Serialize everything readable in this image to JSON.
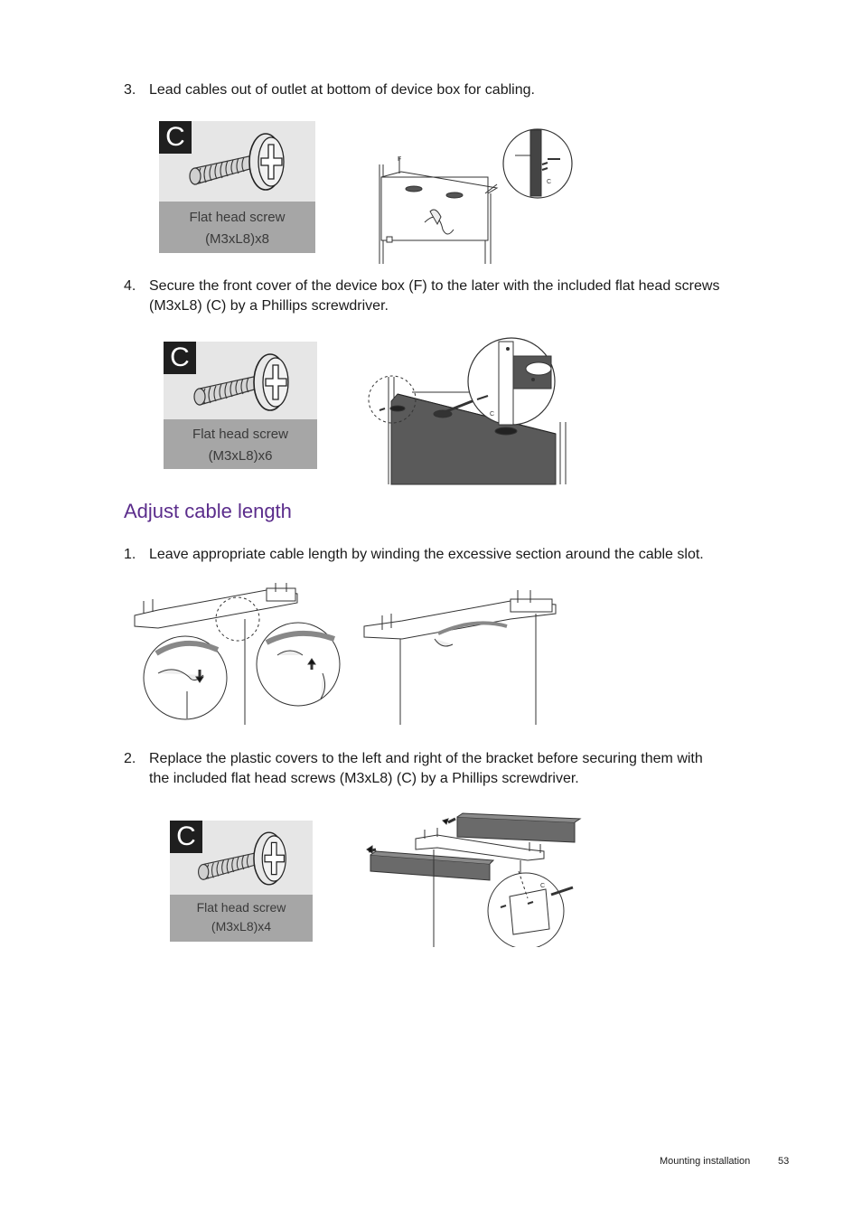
{
  "steps": {
    "s3": {
      "num": "3.",
      "text": "Lead cables out of outlet at bottom of device box for cabling."
    },
    "s4": {
      "num": "4.",
      "line1": "Secure the front cover of the device box (F) to the later with the included flat head screws",
      "line2": "(M3xL8) (C) by a Phillips screwdriver."
    },
    "adj1": {
      "num": "1.",
      "text": "Leave appropriate cable length by winding the excessive section around the cable slot."
    },
    "adj2": {
      "num": "2.",
      "line1": "Replace the plastic covers to the left and right of the bracket before securing them with",
      "line2": "the included flat head screws (M3xL8) (C) by a Phillips screwdriver."
    }
  },
  "section_heading": "Adjust cable length",
  "screw_cards": [
    {
      "badge": "C",
      "line1": "Flat head screw",
      "line2": "(M3xL8)x8"
    },
    {
      "badge": "C",
      "line1": "Flat head screw",
      "line2": "(M3xL8)x6"
    },
    {
      "badge": "C",
      "line1": "Flat head screw",
      "line2": "(M3xL8)x4"
    }
  ],
  "figure_labels": {
    "fig1_f": "F",
    "fig1_c": "C",
    "fig2_c": "C",
    "fig4_c": "C"
  },
  "footer": {
    "section": "Mounting installation",
    "page": "53"
  }
}
